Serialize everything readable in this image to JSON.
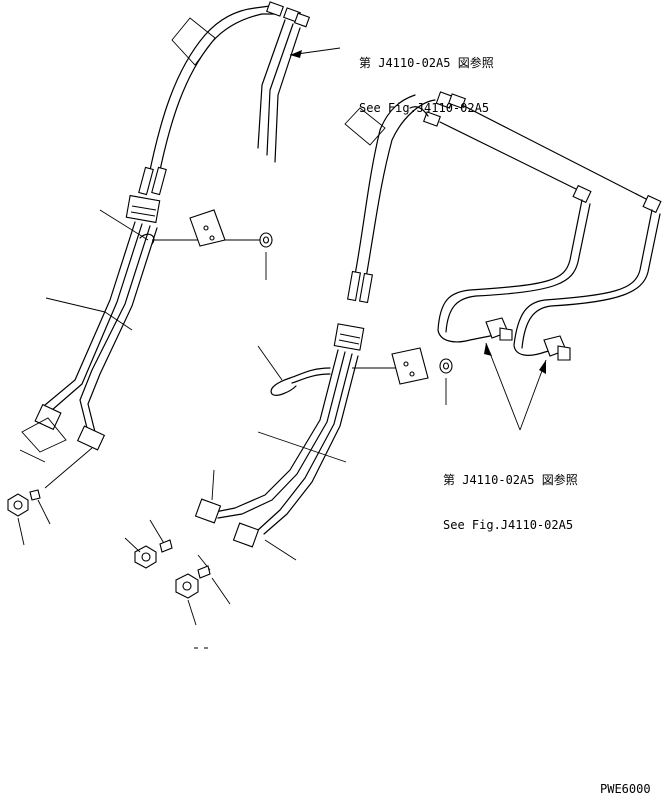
{
  "references": {
    "top": {
      "ja": "第 J4110-02A5 図参照",
      "en": "See Fig.J4110-02A5"
    },
    "middle": {
      "ja": "第 J4110-02A5 図参照",
      "en": "See Fig.J4110-02A5"
    }
  },
  "drawing_code": "PWE6000"
}
